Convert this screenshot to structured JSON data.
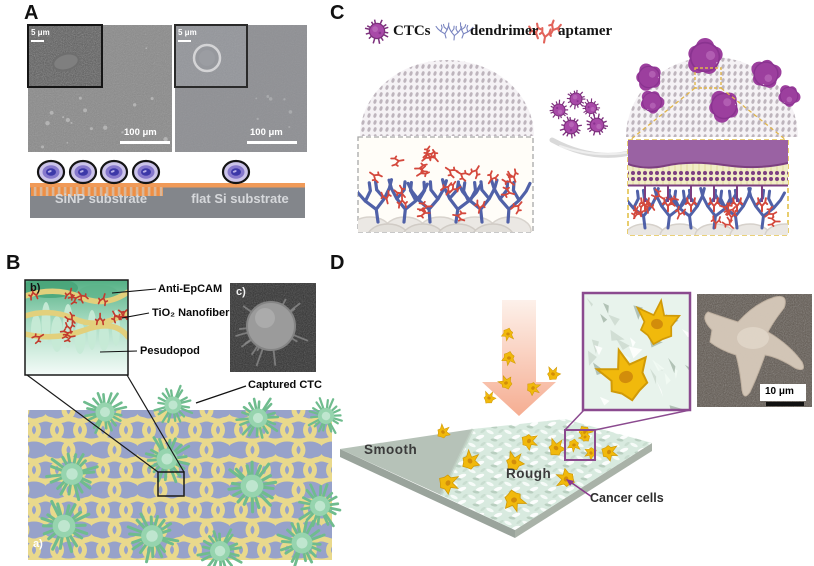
{
  "figure": {
    "panel_a": {
      "label": "A",
      "inset_scale_left": "5 μm",
      "inset_scale_right": "5 μm",
      "scalebar_left": "100 μm",
      "scalebar_right": "100 μm",
      "substrate_left": "SiNP substrate",
      "substrate_right": "flat Si substrate"
    },
    "panel_b": {
      "label": "B",
      "sub_b": "b)",
      "sub_c": "c)",
      "sub_a": "a)",
      "ann_anti_epcam": "Anti-EpCAM",
      "ann_nanofiber": "TiO₂ Nanofiber",
      "ann_pseudopod": "Pesudopod",
      "ann_captured": "Captured CTC"
    },
    "panel_c": {
      "label": "C",
      "legend_ctcs": "CTCs",
      "legend_dendrimer": "dendrimer",
      "legend_aptamer": "aptamer"
    },
    "panel_d": {
      "label": "D",
      "smooth": "Smooth",
      "rough": "Rough",
      "cancer_cells": "Cancer cells",
      "scalebar": "10 μm"
    }
  },
  "colors": {
    "ctc_purple": "#9c3f9e",
    "nanofiber_yellow": "#e9d98c",
    "cell_green": "#93d2ab",
    "cancer_yellow": "#f0b70a",
    "aptamer_red": "#d4483c",
    "dendrimer_blue": "#5061a8",
    "substrate_orange": "#ee8f45",
    "rough_mint": "#d8eadf",
    "arrow_peach": "#f7b297",
    "inset_frame_purple": "#8b4a8f"
  }
}
